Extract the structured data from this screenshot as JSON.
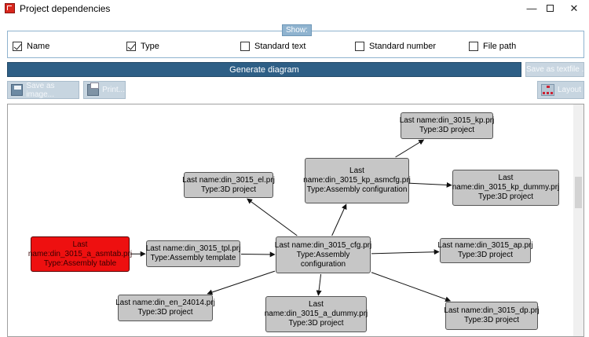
{
  "window": {
    "title": "Project dependencies",
    "controls": {
      "minimize": "—",
      "close": "✕"
    }
  },
  "show": {
    "legend": "Show:",
    "options": [
      {
        "label": "Name",
        "checked": true
      },
      {
        "label": "Type",
        "checked": true
      },
      {
        "label": "Standard text",
        "checked": false
      },
      {
        "label": "Standard number",
        "checked": false
      },
      {
        "label": "File path",
        "checked": false
      }
    ]
  },
  "buttons": {
    "generate": "Generate diagram",
    "save_textfile": "Save as textfile ...",
    "save_image": "Save as image...",
    "print": "Print...",
    "layout": "Layout"
  },
  "diagram": {
    "nodes": [
      {
        "id": "asmtab",
        "lines": [
          "Last",
          "name:din_3015_a_asmtab.prj",
          "Type:Assembly table"
        ],
        "highlight": true
      },
      {
        "id": "tpl",
        "lines": [
          "Last name:din_3015_tpl.prj",
          "Type:Assembly template"
        ],
        "highlight": false
      },
      {
        "id": "cfg",
        "lines": [
          "Last name:din_3015_cfg.prj",
          "Type:Assembly",
          "configuration"
        ],
        "highlight": false
      },
      {
        "id": "el",
        "lines": [
          "Last name:din_3015_el.prj",
          "Type:3D project"
        ],
        "highlight": false
      },
      {
        "id": "kp_asmcfg",
        "lines": [
          "Last",
          "name:din_3015_kp_asmcfg.prj",
          "Type:Assembly configuration"
        ],
        "highlight": false
      },
      {
        "id": "kp",
        "lines": [
          "Last name:din_3015_kp.prj",
          "Type:3D project"
        ],
        "highlight": false
      },
      {
        "id": "kp_dummy",
        "lines": [
          "Last",
          "name:din_3015_kp_dummy.prj",
          "Type:3D project"
        ],
        "highlight": false
      },
      {
        "id": "ap",
        "lines": [
          "Last name:din_3015_ap.prj",
          "Type:3D project"
        ],
        "highlight": false
      },
      {
        "id": "dp",
        "lines": [
          "Last name:din_3015_dp.prj",
          "Type:3D project"
        ],
        "highlight": false
      },
      {
        "id": "a_dummy",
        "lines": [
          "Last",
          "name:din_3015_a_dummy.prj",
          "Type:3D project"
        ],
        "highlight": false
      },
      {
        "id": "en",
        "lines": [
          "Last name:din_en_24014.prj",
          "Type:3D project"
        ],
        "highlight": false
      }
    ],
    "edges": [
      {
        "from": "asmtab",
        "to": "tpl"
      },
      {
        "from": "tpl",
        "to": "cfg"
      },
      {
        "from": "cfg",
        "to": "el"
      },
      {
        "from": "cfg",
        "to": "kp_asmcfg"
      },
      {
        "from": "kp_asmcfg",
        "to": "kp"
      },
      {
        "from": "kp_asmcfg",
        "to": "kp_dummy"
      },
      {
        "from": "cfg",
        "to": "ap"
      },
      {
        "from": "cfg",
        "to": "dp"
      },
      {
        "from": "cfg",
        "to": "a_dummy"
      },
      {
        "from": "cfg",
        "to": "en"
      }
    ]
  },
  "colors": {
    "primary_button": "#2e5f86",
    "highlight_node": "#ee1010",
    "node": "#c6c6c6",
    "group_border": "#8fb3cf"
  }
}
